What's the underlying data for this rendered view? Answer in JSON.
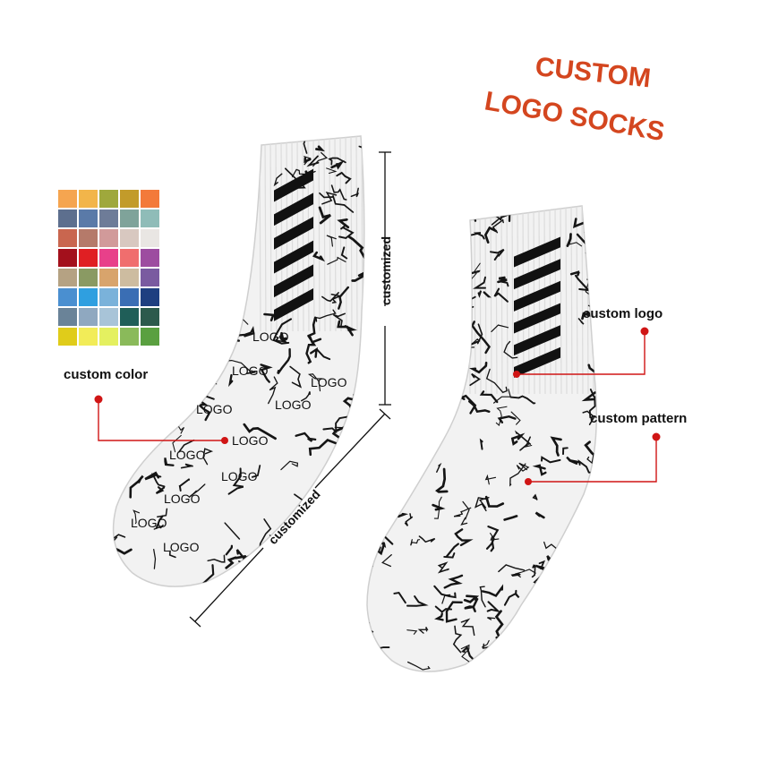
{
  "title": {
    "line1": "CUSTOM",
    "line2": "LOGO SOCKS",
    "color": "#d4461f"
  },
  "labels": {
    "custom_color": "custom color",
    "custom_logo": "custom logo",
    "custom_pattern": "custom pattern"
  },
  "dimension_labels": {
    "height": "customized",
    "length": "customized"
  },
  "logo_text": "LOGO",
  "accent_color": "#d01515",
  "swatches": [
    [
      "#f5a550",
      "#f2b54a",
      "#9fa83c",
      "#c29b2a",
      "#f37a3a"
    ],
    [
      "#5d6f8e",
      "#5a7aa8",
      "#6e7c98",
      "#7fa39a",
      "#8fbcb8"
    ],
    [
      "#c9664f",
      "#b57a6a",
      "#d19a9a",
      "#d8c8c0",
      "#e9e6e3"
    ],
    [
      "#a3101c",
      "#e01f23",
      "#e8408a",
      "#f06e6e",
      "#9d4ca0"
    ],
    [
      "#b5a283",
      "#8a9a63",
      "#d8a46c",
      "#cdbca0",
      "#7a5ba0"
    ],
    [
      "#4a8fd0",
      "#2f9fe0",
      "#7ab2da",
      "#3a6eb4",
      "#1f3f80"
    ],
    [
      "#6a8398",
      "#8fa8c0",
      "#a8c4d8",
      "#1f5e58",
      "#2c5a4c"
    ],
    [
      "#e0cc1a",
      "#f2ec58",
      "#e4f060",
      "#8aba5a",
      "#5aa040"
    ]
  ]
}
